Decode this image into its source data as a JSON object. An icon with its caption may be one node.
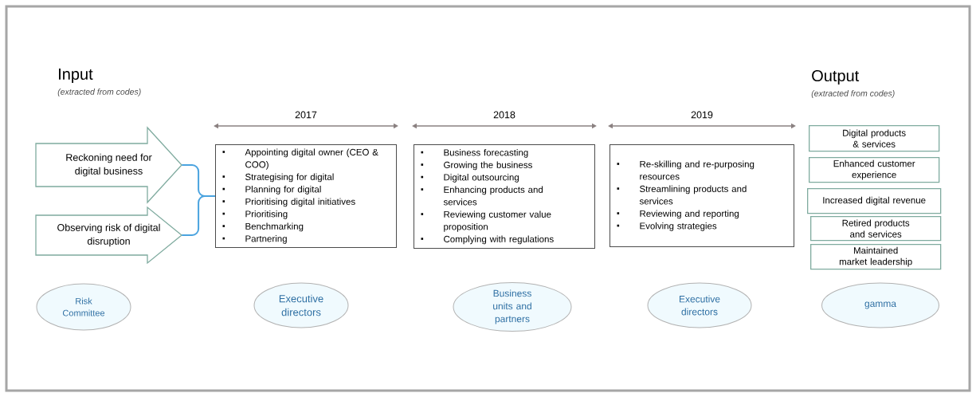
{
  "diagram": {
    "nodes": [
      {
        "text": [
          "Reckoning need for digital business"
        ]
      },
      {
        "text": [
          "Observing risk of digital disruption"
        ]
      },
      {
        "text": [
          "Appointing digital owner (CEO & COO)",
          "Strategising for digital",
          "Planning for digital",
          "Prioritising digital initiatives",
          "Prioritising",
          "Benchmarking",
          "Partnering"
        ],
        "beside": [
          "2017"
        ]
      },
      {
        "text": [
          "Business forecasting",
          "Growing the business",
          "Digital outsourcing",
          "Enhancing products and services",
          "Reviewing customer value proposition",
          "Complying with regulations"
        ],
        "beside": [
          "2018"
        ]
      },
      {
        "text": [
          "Re-skilling and re-purposing resources",
          "Streamlining products and services",
          "Reviewing and reporting",
          "Evolving strategies"
        ],
        "beside": [
          "2019"
        ]
      },
      {
        "text": [
          "Digital  products & services"
        ]
      },
      {
        "text": [
          "Enhanced customer experience"
        ]
      },
      {
        "text": [
          "Increased digital revenue"
        ]
      },
      {
        "text": [
          "Retired products and services"
        ]
      },
      {
        "text": [
          "Maintained market leadership"
        ]
      },
      {
        "text": [
          "Risk Committee"
        ]
      },
      {
        "text": [
          "Executive directors"
        ]
      },
      {
        "text": [
          "Business units and partners"
        ]
      },
      {
        "text": [
          "Executive directors"
        ]
      },
      {
        "text": [
          "gamma"
        ]
      }
    ],
    "edges": [
      {
        "from": 0,
        "to": 2,
        "arrow": "none"
      },
      {
        "from": 1,
        "to": 2,
        "arrow": "none"
      }
    ],
    "labels": [
      "Input",
      "(extracted from codes)",
      "Output",
      "(extracted from codes)"
    ]
  }
}
